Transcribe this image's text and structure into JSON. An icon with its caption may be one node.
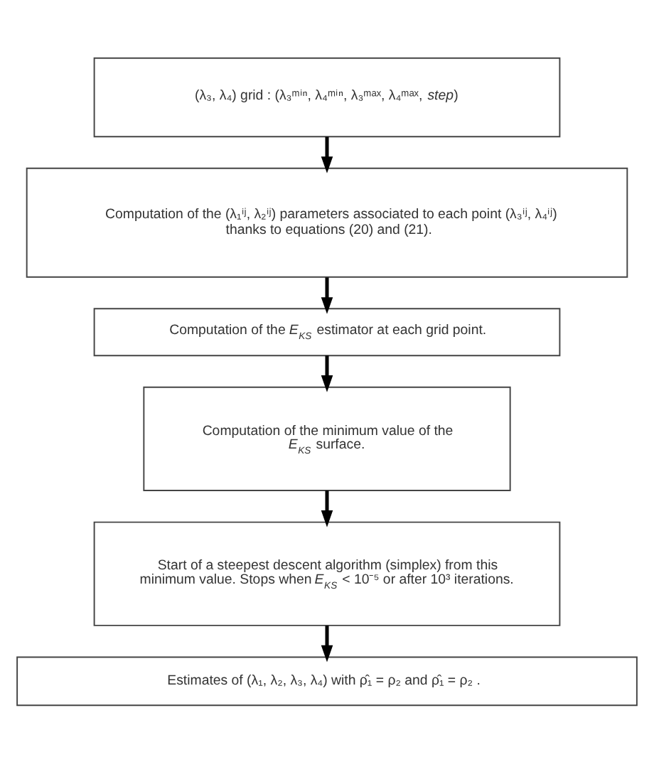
{
  "diagram": {
    "nodes": [
      {
        "text": [
          "(λ₃, λ₄) grid : (λ₃ᵐⁱⁿ, λ₄ᵐⁱⁿ, λ₃ᵐᵃˣ, λ₄ᵐᵃˣ, *step*)"
        ]
      },
      {
        "text": [
          "Computation of the (λ₁ⁱʲ, λ₂ⁱʲ) parameters associated to each point (λ₃ⁱʲ, λ₄ⁱʲ) thanks to equations (20) and (21)."
        ]
      },
      {
        "text": [
          "Computation of the *E*$_{KS}$ estimator at each grid point."
        ]
      },
      {
        "text": [
          "Computation of the minimum value of the *E*$_{KS}$ surface."
        ]
      },
      {
        "text": [
          "Start of a steepest descent algorithm (simplex) from this minimum value. Stops when *E*$_{KS}$ < 10⁻⁵ or after 10³ iterations."
        ]
      },
      {
        "text": [
          "Estimates of (λ₁, λ₂, λ₃, λ₄) with ρ̂₁ = ρ₂ and ρ̂₁ = ρ₂ ."
        ]
      }
    ],
    "edges": [
      {
        "from": 0,
        "to": 1,
        "arrow": "to"
      },
      {
        "from": 1,
        "to": 2,
        "arrow": "to"
      },
      {
        "from": 2,
        "to": 3,
        "arrow": "to"
      },
      {
        "from": 3,
        "to": 4,
        "arrow": "to"
      },
      {
        "from": 4,
        "to": 5,
        "arrow": "to"
      }
    ]
  }
}
